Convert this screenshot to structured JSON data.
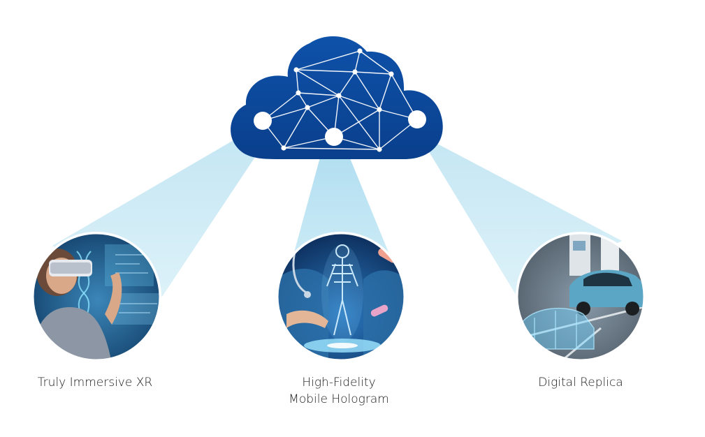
{
  "colors": {
    "cloud": "#0d4da3",
    "cloud_dark": "#0a3f8c",
    "network": "#ffffff",
    "beam": "#bfe4f2",
    "beam_edge": "#8fd0e8",
    "circle_border": "#ffffff"
  },
  "icons": {
    "cloud": "cloud-network-icon",
    "xr": "vr-headset-person-icon",
    "hologram": "medical-hologram-icon",
    "replica": "digital-twin-car-icon"
  },
  "items": [
    {
      "id": "xr",
      "label_lines": [
        "Truly Immersive XR"
      ]
    },
    {
      "id": "holo",
      "label_lines": [
        "High-Fidelity",
        "Mobile Hologram"
      ]
    },
    {
      "id": "replica",
      "label_lines": [
        "Digital Replica"
      ]
    }
  ]
}
